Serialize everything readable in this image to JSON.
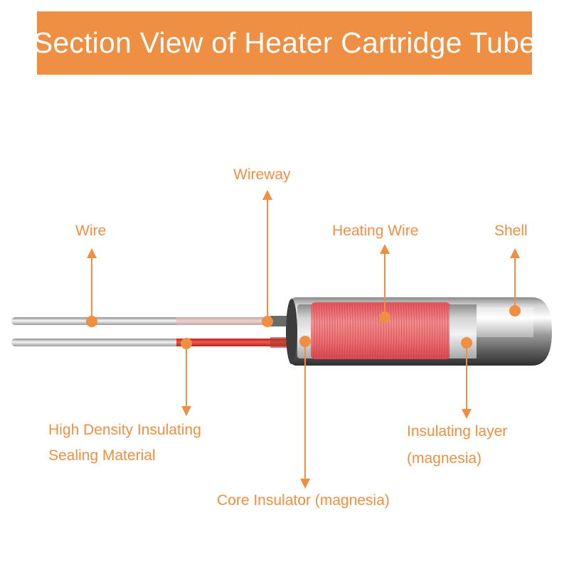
{
  "title": "Section View of Heater Cartridge Tube",
  "colors": {
    "accent": "#ef8f44",
    "background": "#ffffff",
    "heating_coil": "#e96a6a",
    "red_wire": "#e33a2f"
  },
  "labels": {
    "wireway": "Wireway",
    "wire": "Wire",
    "heating_wire": "Heating Wire",
    "shell": "Shell",
    "sealing_line1": "High Density Insulating",
    "sealing_line2": "Sealing Material",
    "insulating_line1": "Insulating layer",
    "insulating_line2": "(magnesia)",
    "core_insulator": "Core Insulator (magnesia)"
  }
}
